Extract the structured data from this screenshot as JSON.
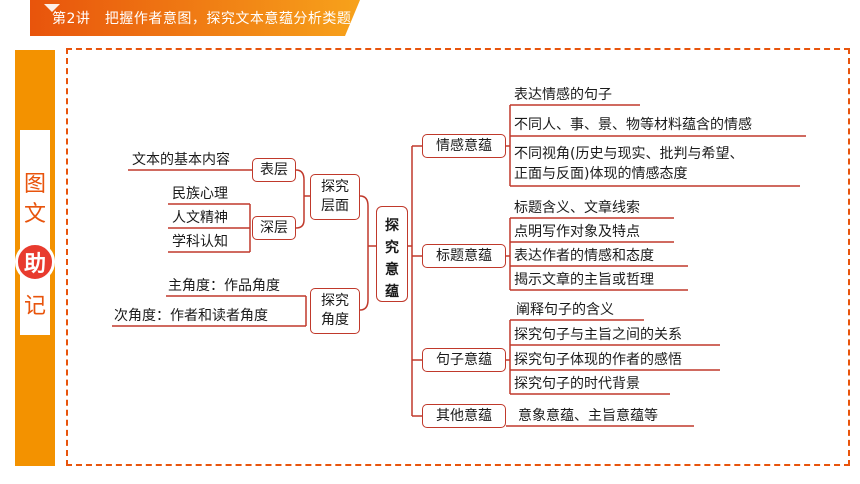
{
  "header": {
    "title": "第2讲　把握作者意图，探究文本意蕴分析类题"
  },
  "side": {
    "chars": [
      "图",
      "文",
      "助",
      "记"
    ]
  },
  "colors": {
    "orange": "#f39200",
    "dark_orange": "#e8540c",
    "red": "#c0392b",
    "circle": "#e83b2e"
  },
  "center": {
    "label": "探究意蕴",
    "chars": [
      "探",
      "究",
      "意",
      "蕴"
    ]
  },
  "left": {
    "cengmian": {
      "label_line1": "探究",
      "label_line2": "层面",
      "biaoceng": {
        "label": "表层",
        "items": [
          "文本的基本内容"
        ]
      },
      "shenceng": {
        "label": "深层",
        "items": [
          "民族心理",
          "人文精神",
          "学科认知"
        ]
      }
    },
    "jiaodu": {
      "label_line1": "探究",
      "label_line2": "角度",
      "items": [
        "主角度：作品角度",
        "次角度：作者和读者角度"
      ]
    }
  },
  "right": {
    "qinggan": {
      "label": "情感意蕴",
      "items": [
        "表达情感的句子",
        "不同人、事、景、物等材料蕴含的情感",
        "不同视角(历史与现实、批判与希望、",
        "正面与反面)体现的情感态度"
      ]
    },
    "biaoti": {
      "label": "标题意蕴",
      "items": [
        "标题含义、文章线索",
        "点明写作对象及特点",
        "表达作者的情感和态度",
        "揭示文章的主旨或哲理"
      ]
    },
    "juzi": {
      "label": "句子意蕴",
      "items": [
        "阐释句子的含义",
        "探究句子与主旨之间的关系",
        "探究句子体现的作者的感悟",
        "探究句子的时代背景"
      ]
    },
    "qita": {
      "label": "其他意蕴",
      "items": [
        "意象意蕴、主旨意蕴等"
      ]
    }
  }
}
